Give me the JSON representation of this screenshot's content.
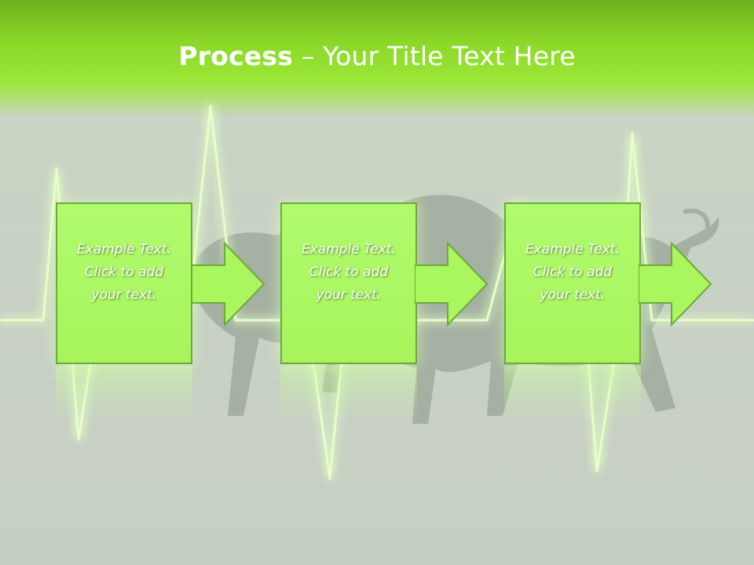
{
  "slide": {
    "title_bold": "Process",
    "title_rest": " – Your Title Text Here"
  },
  "steps": [
    {
      "text": "Example Text.\nClick  to add\nyour text."
    },
    {
      "text": "Example Text.\nClick  to add\nyour text."
    },
    {
      "text": "Example Text.\nClick  to add\nyour text."
    }
  ],
  "colors": {
    "header_green": "#8ad728",
    "box_fill": "#a9f65e",
    "box_border": "#6fa83a",
    "heartbeat": "#d8ffb0",
    "bull_silhouette": "#9aa597"
  },
  "icons": [
    "bull-silhouette",
    "heartbeat-line",
    "arrow-right"
  ]
}
